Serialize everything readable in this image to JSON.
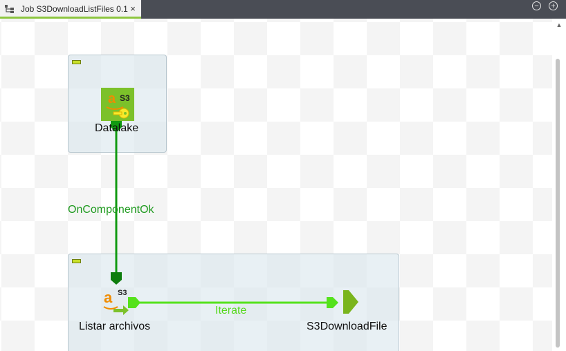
{
  "tab": {
    "title": "Job S3DownloadListFiles 0.1",
    "close": "×"
  },
  "window_buttons": {
    "minimize": "−",
    "maximize": "+"
  },
  "components": {
    "datalake": {
      "label": "Datalake",
      "badge": "S3",
      "glyph": "a"
    },
    "listar": {
      "label": "Listar archivos",
      "badge": "S3",
      "glyph": "a"
    },
    "download": {
      "label": "S3DownloadFile"
    }
  },
  "connections": {
    "on_component_ok": "OnComponentOk",
    "iterate": "Iterate"
  },
  "colors": {
    "ok_link": "#119a11",
    "iterate_link": "#55e21c",
    "accent": "#8dc63f"
  }
}
